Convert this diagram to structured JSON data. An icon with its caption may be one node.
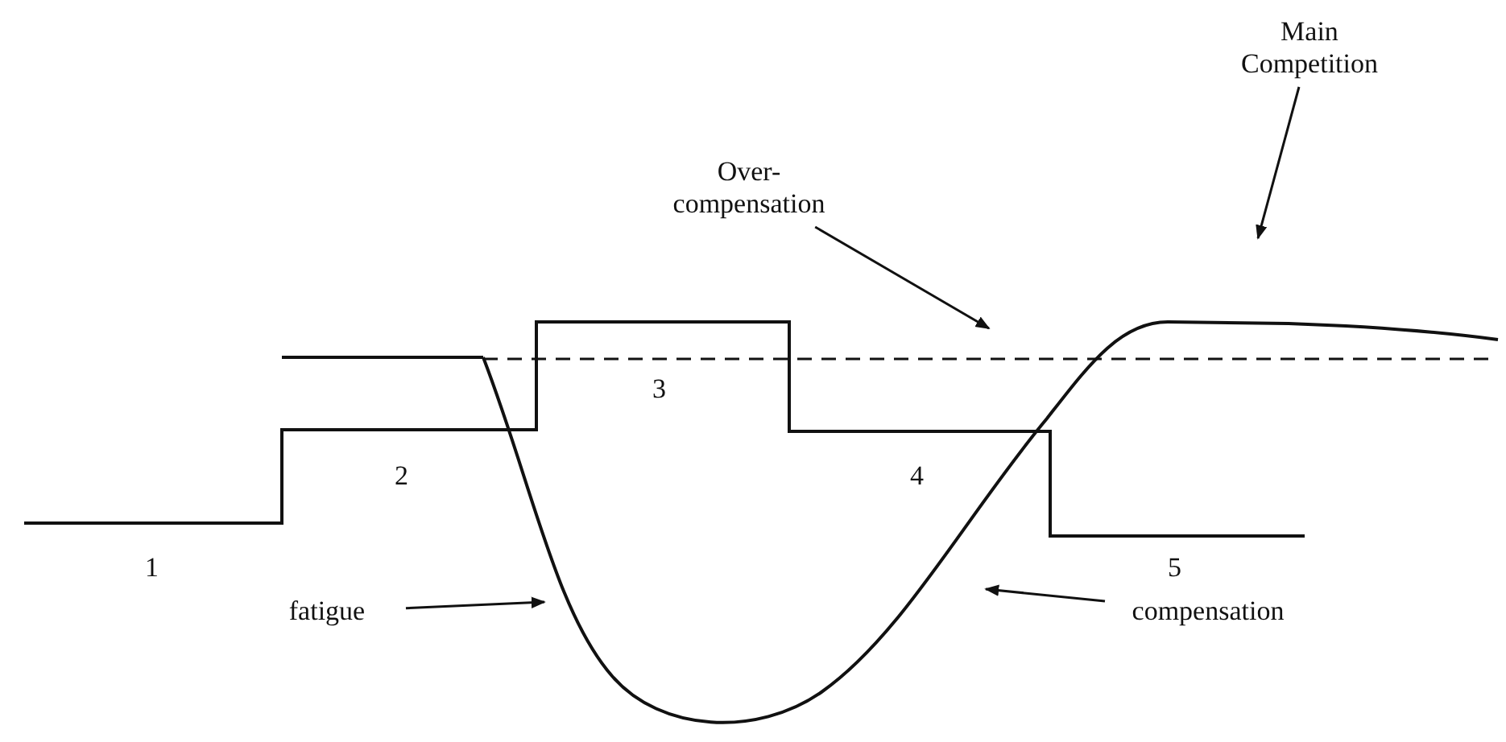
{
  "diagram": {
    "nodes": [
      {
        "text": [
          "fatigue"
        ]
      },
      {
        "text": [
          "compensation"
        ]
      },
      {
        "text": [
          "Over- compensation"
        ]
      },
      {
        "text": [
          "Main Competition"
        ]
      }
    ],
    "edges": [
      {
        "from": 0,
        "to": null,
        "arrow": "to"
      },
      {
        "from": 1,
        "to": null,
        "arrow": "to"
      },
      {
        "from": 2,
        "to": null,
        "arrow": "to"
      },
      {
        "from": 3,
        "to": null,
        "arrow": "to"
      }
    ],
    "labels": [
      "1",
      "2",
      "3",
      "4",
      "5"
    ]
  }
}
